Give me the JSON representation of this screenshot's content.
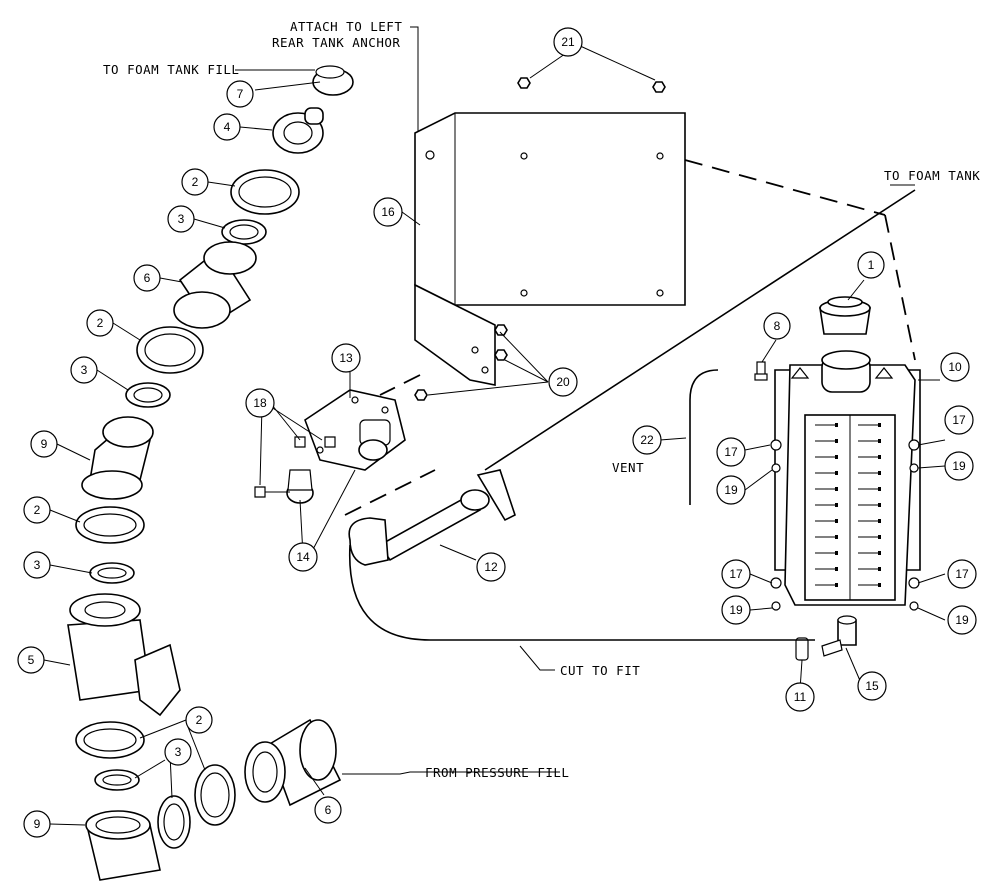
{
  "callouts": {
    "attach_left": "ATTACH TO LEFT",
    "rear_anchor": "REAR TANK ANCHOR",
    "to_foam_fill": "TO FOAM TANK FILL",
    "to_foam_tank": "TO FOAM TANK",
    "vent": "VENT",
    "cut_to_fit": "CUT TO FIT",
    "from_pressure_fill": "FROM PRESSURE FILL"
  },
  "balloons": {
    "b1": "1",
    "b2a": "2",
    "b2b": "2",
    "b2c": "2",
    "b2d": "2",
    "b3a": "3",
    "b3b": "3",
    "b3c": "3",
    "b3d": "3",
    "b4": "4",
    "b5": "5",
    "b6a": "6",
    "b6b": "6",
    "b7": "7",
    "b8": "8",
    "b9a": "9",
    "b9b": "9",
    "b10": "10",
    "b11": "11",
    "b12": "12",
    "b13": "13",
    "b14": "14",
    "b15": "15",
    "b16": "16",
    "b17a": "17",
    "b17b": "17",
    "b17c": "17",
    "b17d": "17",
    "b18": "18",
    "b19a": "19",
    "b19b": "19",
    "b19c": "19",
    "b19d": "19",
    "b20": "20",
    "b21": "21",
    "b22": "22"
  }
}
